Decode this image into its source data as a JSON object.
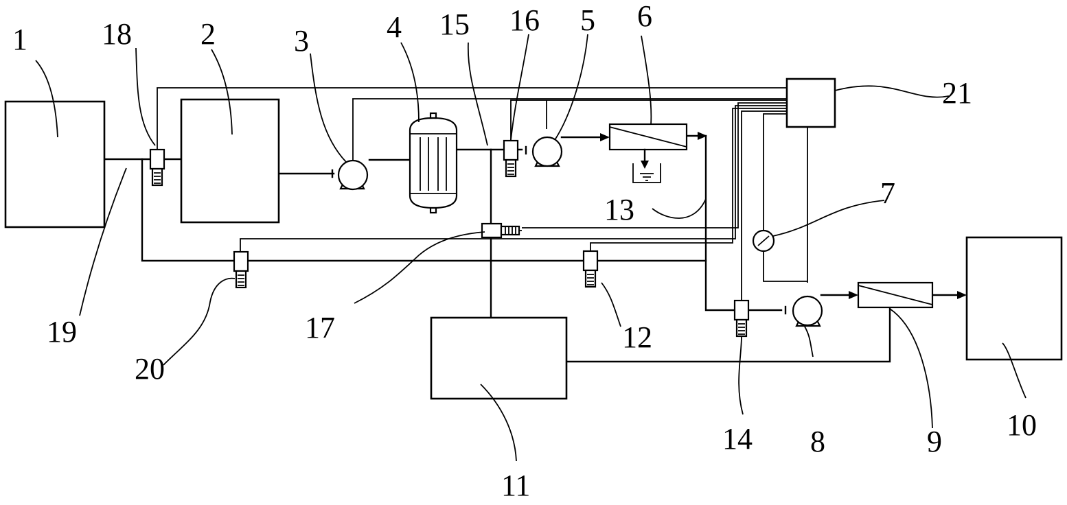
{
  "labels": {
    "n1": "1",
    "n2": "2",
    "n3": "3",
    "n4": "4",
    "n5": "5",
    "n6": "6",
    "n7": "7",
    "n8": "8",
    "n9": "9",
    "n10": "10",
    "n11": "11",
    "n12": "12",
    "n13": "13",
    "n14": "14",
    "n15": "15",
    "n16": "16",
    "n17": "17",
    "n18": "18",
    "n19": "19",
    "n20": "20",
    "n21": "21"
  },
  "colors": {
    "stroke": "#000000",
    "background": "#ffffff"
  }
}
